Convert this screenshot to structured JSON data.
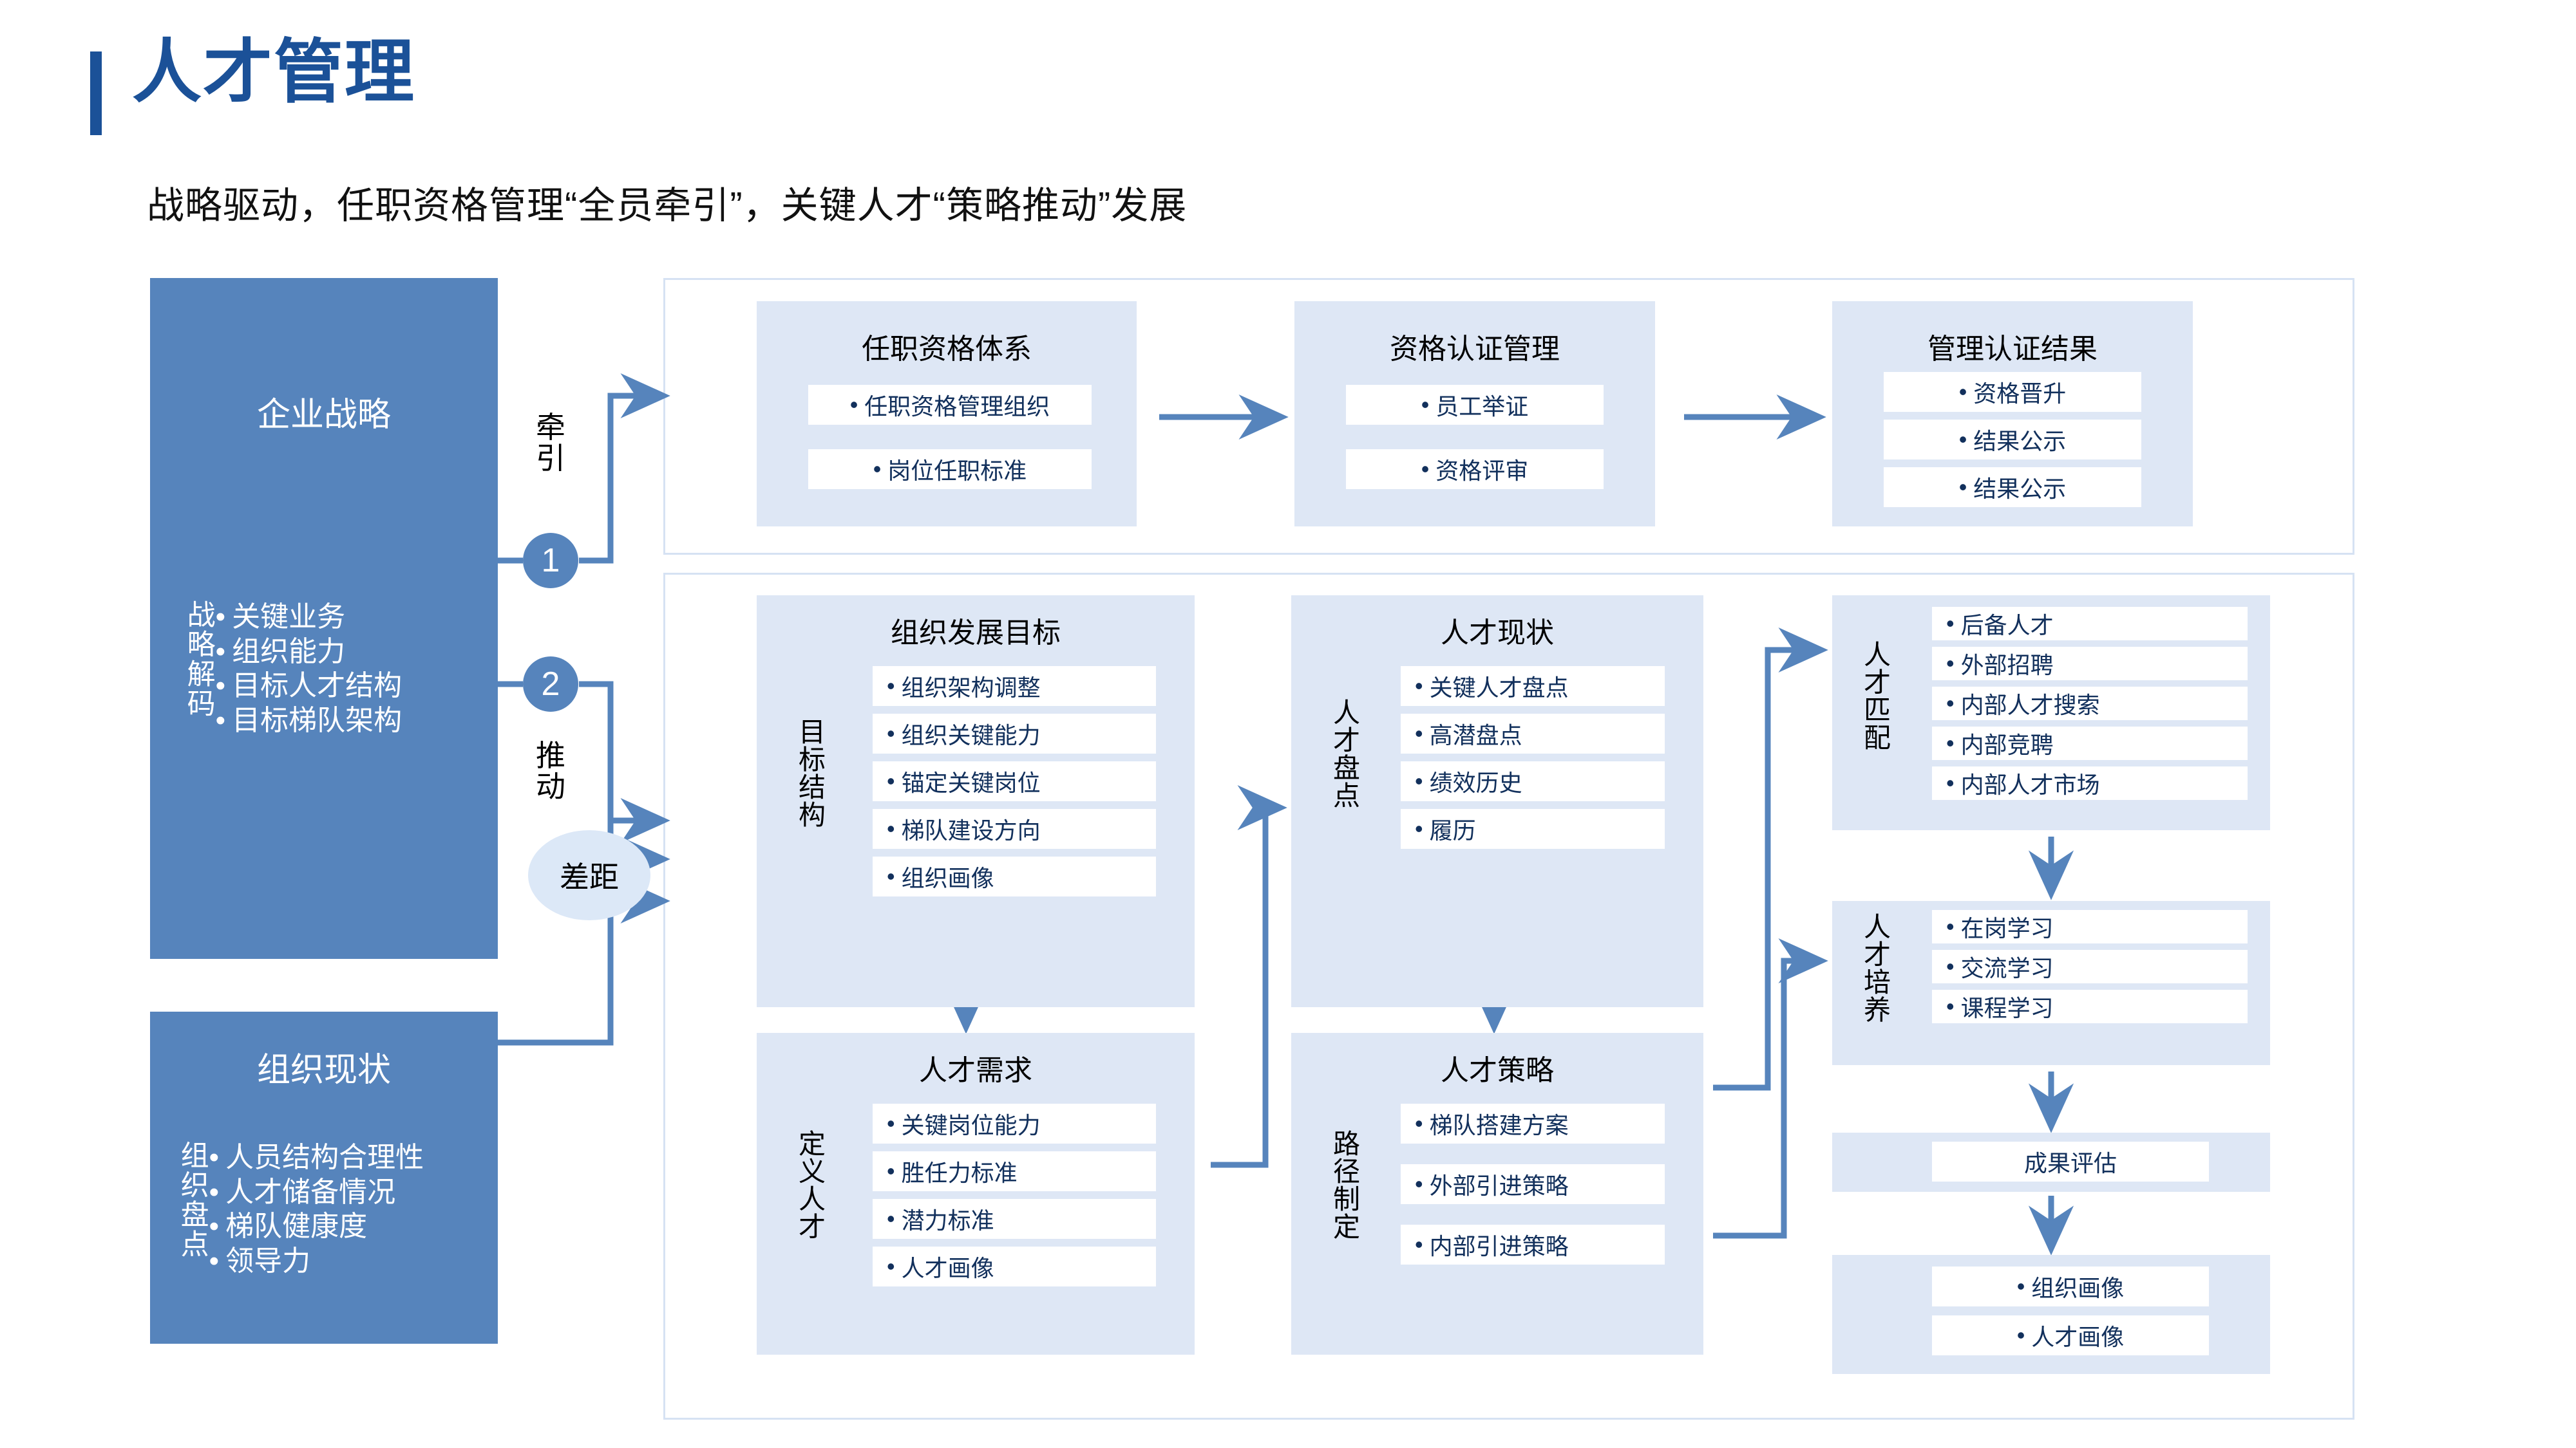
{
  "header": {
    "title": "人才管理",
    "subtitle": "战略驱动，任职资格管理“全员牵引”，关键人才“策略推动”发展",
    "accent_color": "#1B5198"
  },
  "colors": {
    "panel_blue": "#5684BC",
    "card_light": "#DEE7F5",
    "chip_white": "#FFFFFF",
    "frame_border": "#D6E2F3",
    "connector": "#5684BC",
    "chip_text": "#12305C"
  },
  "left_panels": [
    {
      "id": "enterprise-strategy",
      "title": "企业战略",
      "vlabel": "战略解码",
      "items": [
        "关键业务",
        "组织能力",
        "目标人才结构",
        "目标梯队架构"
      ]
    },
    {
      "id": "org-status",
      "title": "组织现状",
      "vlabel": "组织盘点",
      "items": [
        "人员结构合理性",
        "人才储备情况",
        "梯队健康度",
        "领导力"
      ]
    }
  ],
  "connectors": {
    "badge_1": "1",
    "badge_2": "2",
    "label_pull": "牵引",
    "label_push": "推动",
    "gap_label": "差距"
  },
  "top_section": {
    "cards": [
      {
        "id": "qualification-system",
        "title": "任职资格体系",
        "items": [
          "任职资格管理组织",
          "岗位任职标准"
        ]
      },
      {
        "id": "certification-management",
        "title": "资格认证管理",
        "items": [
          "员工举证",
          "资格评审"
        ]
      },
      {
        "id": "certification-result",
        "title": "管理认证结果",
        "items": [
          "资格晋升",
          "结果公示",
          "结果公示"
        ]
      }
    ]
  },
  "bottom_section": {
    "cards": [
      {
        "id": "org-development-goal",
        "title": "组织发展目标",
        "vlabel": "目标结构",
        "items": [
          "组织架构调整",
          "组织关键能力",
          "锚定关键岗位",
          "梯队建设方向",
          "组织画像"
        ]
      },
      {
        "id": "talent-demand",
        "title": "人才需求",
        "vlabel": "定义人才",
        "items": [
          "关键岗位能力",
          "胜任力标准",
          "潜力标准",
          "人才画像"
        ]
      },
      {
        "id": "talent-status",
        "title": "人才现状",
        "vlabel": "人才盘点",
        "items": [
          "关键人才盘点",
          "高潜盘点",
          "绩效历史",
          "履历"
        ]
      },
      {
        "id": "talent-strategy",
        "title": "人才策略",
        "vlabel": "路径制定",
        "items": [
          "梯队搭建方案",
          "外部引进策略",
          "内部引进策略"
        ]
      },
      {
        "id": "talent-match",
        "title": "",
        "vlabel": "人才匹配",
        "items": [
          "后备人才",
          "外部招聘",
          "内部人才搜索",
          "内部竞聘",
          "内部人才市场"
        ]
      },
      {
        "id": "talent-cultivation",
        "title": "",
        "vlabel": "人才培养",
        "items": [
          "在岗学习",
          "交流学习",
          "课程学习"
        ]
      },
      {
        "id": "outcome-assessment",
        "title": "",
        "vlabel": "",
        "items": [
          "成果评估"
        ]
      },
      {
        "id": "profiles",
        "title": "",
        "vlabel": "",
        "items": [
          "组织画像",
          "人才画像"
        ]
      }
    ]
  }
}
